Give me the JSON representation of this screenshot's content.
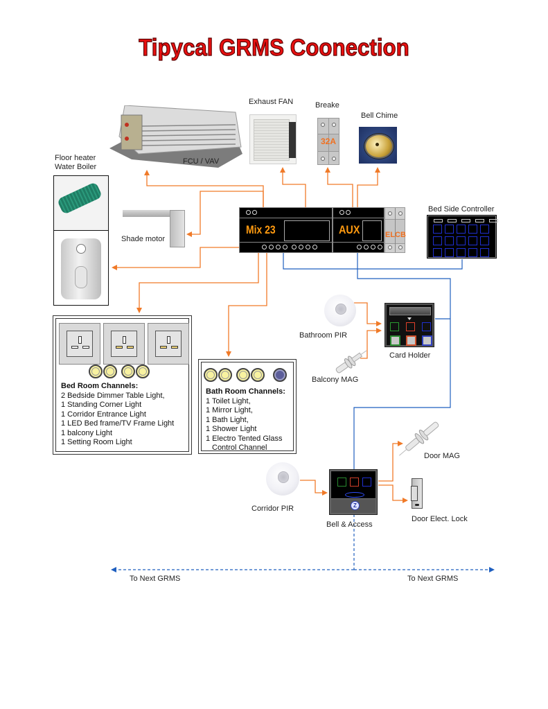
{
  "title": "Tipycal GRMS Coonection",
  "devices": {
    "fcu": {
      "label": "FCU / VAV",
      "icon": "fcu-unit-icon"
    },
    "exhaust_fan": {
      "label": "Exhaust FAN",
      "icon": "exhaust-fan-icon"
    },
    "breaker": {
      "label": "Breake",
      "rating": "32A",
      "icon": "breaker-icon"
    },
    "bell_chime": {
      "label": "Bell Chime",
      "icon": "bell-chime-icon"
    },
    "floor_heater": {
      "label_line1": "Floor heater",
      "label_line2": "Water Boiler"
    },
    "shade_motor": {
      "label": "Shade motor"
    },
    "bed_side_controller": {
      "label": "Bed Side Controller"
    },
    "bathroom_pir": {
      "label": "Bathroom PIR"
    },
    "balcony_mag": {
      "label": "Balcony MAG"
    },
    "card_holder": {
      "label": "Card Holder"
    },
    "door_mag": {
      "label": "Door MAG"
    },
    "corridor_pir": {
      "label": "Corridor PIR"
    },
    "bell_access": {
      "label": "Bell & Access"
    },
    "door_lock": {
      "label": "Door Elect. Lock"
    }
  },
  "controllers": {
    "main": {
      "name": "Mix 23"
    },
    "aux": {
      "name": "AUX"
    },
    "elcb": {
      "name": "ELCB"
    }
  },
  "bedroom_panel": {
    "heading": "Bed Room Channels:",
    "lines": [
      "2 Bedside Dimmer Table Light,",
      "1 Standing Corner Light",
      "1 Corridor Entrance Light",
      "1 LED Bed frame/TV Frame Light",
      "1 balcony Light",
      "1 Setting Room Light"
    ],
    "socket_count": 3,
    "button_count": 4
  },
  "bathroom_panel": {
    "heading": "Bath Room Channels:",
    "lines": [
      "1 Toilet Light,",
      "1 Mirror Light,",
      "1 Bath Light,",
      "1 Shower Light",
      "1 Electro Tented Glass",
      "Control Channel"
    ],
    "button_count": 5
  },
  "bus": {
    "left_label": "To Next GRMS",
    "right_label": "To Next GRMS"
  },
  "colors": {
    "title": "#e81010",
    "power_wire": "#f07a28",
    "bus_wire": "#1f5fbf",
    "controller_text": "#ff9a10"
  }
}
